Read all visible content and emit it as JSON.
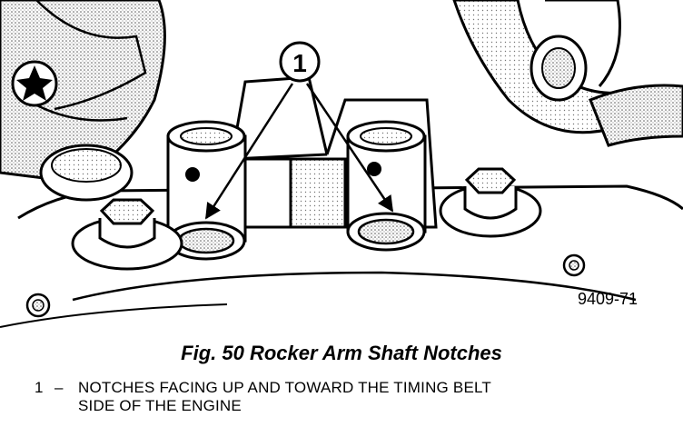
{
  "figure": {
    "callout_number": "1",
    "part_code": "9409-71"
  },
  "caption": "Fig. 50 Rocker Arm Shaft Notches",
  "legend": {
    "number": "1",
    "dash": "–",
    "text_line1": "NOTCHES FACING UP AND TOWARD THE TIMING BELT",
    "text_line2": "SIDE OF THE ENGINE"
  }
}
